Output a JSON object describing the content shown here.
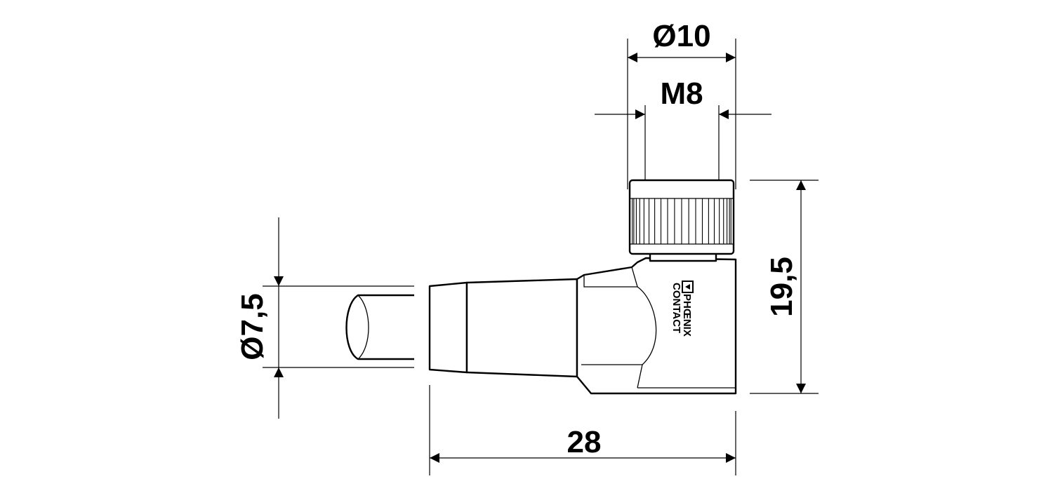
{
  "dimensions": {
    "outer_diameter": "Ø10",
    "thread": "M8",
    "height": "19,5",
    "cable_diameter": "Ø7,5",
    "length": "28"
  },
  "logo": {
    "line1": "PHŒNIX",
    "line2": "CONTACT"
  }
}
